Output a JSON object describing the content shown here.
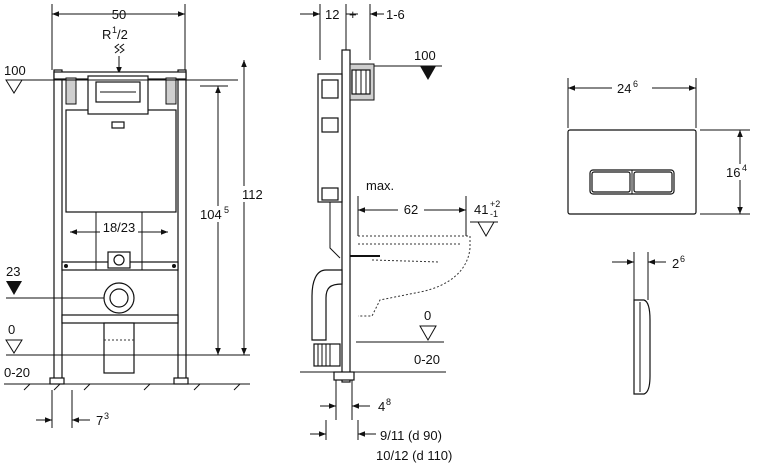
{
  "front_view": {
    "width_label": "50",
    "connection_label": "R",
    "connection_sup": "1",
    "connection_sub": "/2",
    "top_level_label": "100",
    "drain_level_label": "23",
    "floor_level_label": "0",
    "floor_range_label": "0-20",
    "height_total_label": "112",
    "height_partial_main": "104",
    "height_partial_sup": "5",
    "bolt_spacing_label": "18/23",
    "foot_offset_main": "7",
    "foot_offset_sup": "3"
  },
  "side_view": {
    "depth_label": "12",
    "gap_label": "1-6",
    "top_level_label": "100",
    "max_label": "max.",
    "projection_label": "62",
    "bowl_height_main": "41",
    "bowl_height_tol_top": "+2",
    "bowl_height_tol_bottom": "-1",
    "floor_level_label": "0",
    "floor_range_label": "0-20",
    "foot_offset_main": "4",
    "foot_offset_sup": "8",
    "pipe_label_1": "9/11 (d 90)",
    "pipe_label_2": "10/12 (d 110)"
  },
  "flush_plate": {
    "width_main": "24",
    "width_sup": "6",
    "height_main": "16",
    "height_sup": "4",
    "depth_main": "2",
    "depth_sup": "6"
  }
}
